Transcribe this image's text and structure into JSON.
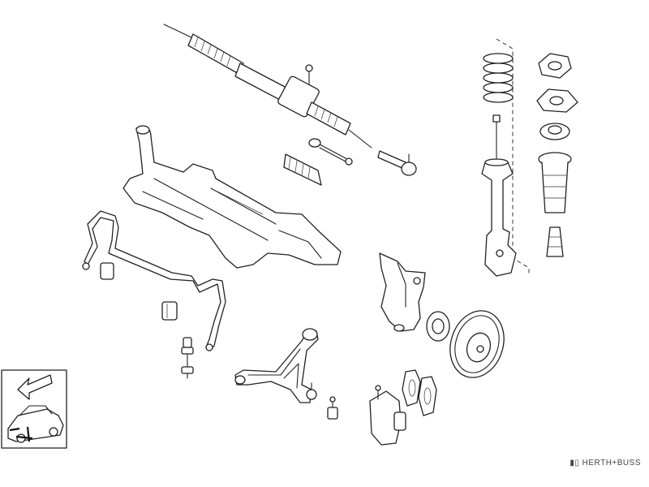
{
  "brand": {
    "label": "HERTH+BUSS",
    "icon": "brand-mark-icon"
  },
  "components": [
    "steering-rack",
    "rack-boot",
    "inner-tie-rod",
    "outer-tie-rod-end",
    "subframe",
    "stabilizer-bar",
    "stabilizer-bushing",
    "stabilizer-link",
    "control-arm",
    "ball-joint",
    "wheel-knuckle",
    "wheel-hub-bearing",
    "brake-disc",
    "brake-pads",
    "brake-caliper",
    "coil-spring",
    "strut-mount",
    "top-mount-bearing",
    "shock-absorber",
    "dust-boot",
    "bump-stop"
  ],
  "colors": {
    "line": "#222222",
    "background": "#ffffff"
  }
}
